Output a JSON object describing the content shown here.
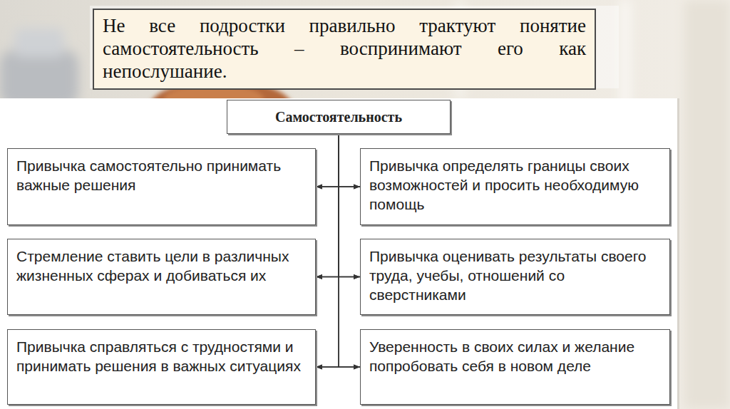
{
  "diagram": {
    "nodes": [
      {
        "text": [
          "Не все подростки правильно трактуют понятие самостоятельность – воспринимают его как непослушание."
        ]
      },
      {
        "text": [
          "Самостоятельность"
        ]
      },
      {
        "text": [
          "Привычка самостоятельно принимать важные решения"
        ]
      },
      {
        "text": [
          "Привычка определять границы своих возможностей и просить необходимую помощь"
        ]
      },
      {
        "text": [
          "Стремление ставить цели в различных жизненных сферах и добиваться их"
        ]
      },
      {
        "text": [
          "Привычка оценивать результаты своего труда, учебы, отношений со сверстниками"
        ]
      },
      {
        "text": [
          "Привычка справляться с трудностями и принимать решения в важных ситуациях"
        ]
      },
      {
        "text": [
          "Уверенность в своих силах и желание попробовать себя в новом деле"
        ]
      }
    ],
    "edges": [
      {
        "from": 1,
        "to": 2,
        "arrow": "to"
      },
      {
        "from": 1,
        "to": 3,
        "arrow": "to"
      },
      {
        "from": 1,
        "to": 4,
        "arrow": "to"
      },
      {
        "from": 1,
        "to": 5,
        "arrow": "to"
      },
      {
        "from": 1,
        "to": 6,
        "arrow": "to"
      },
      {
        "from": 1,
        "to": 7,
        "arrow": "to"
      },
      {
        "from": 2,
        "to": 3,
        "arrow": "both"
      },
      {
        "from": 4,
        "to": 5,
        "arrow": "both"
      },
      {
        "from": 6,
        "to": 7,
        "arrow": "both"
      }
    ]
  }
}
